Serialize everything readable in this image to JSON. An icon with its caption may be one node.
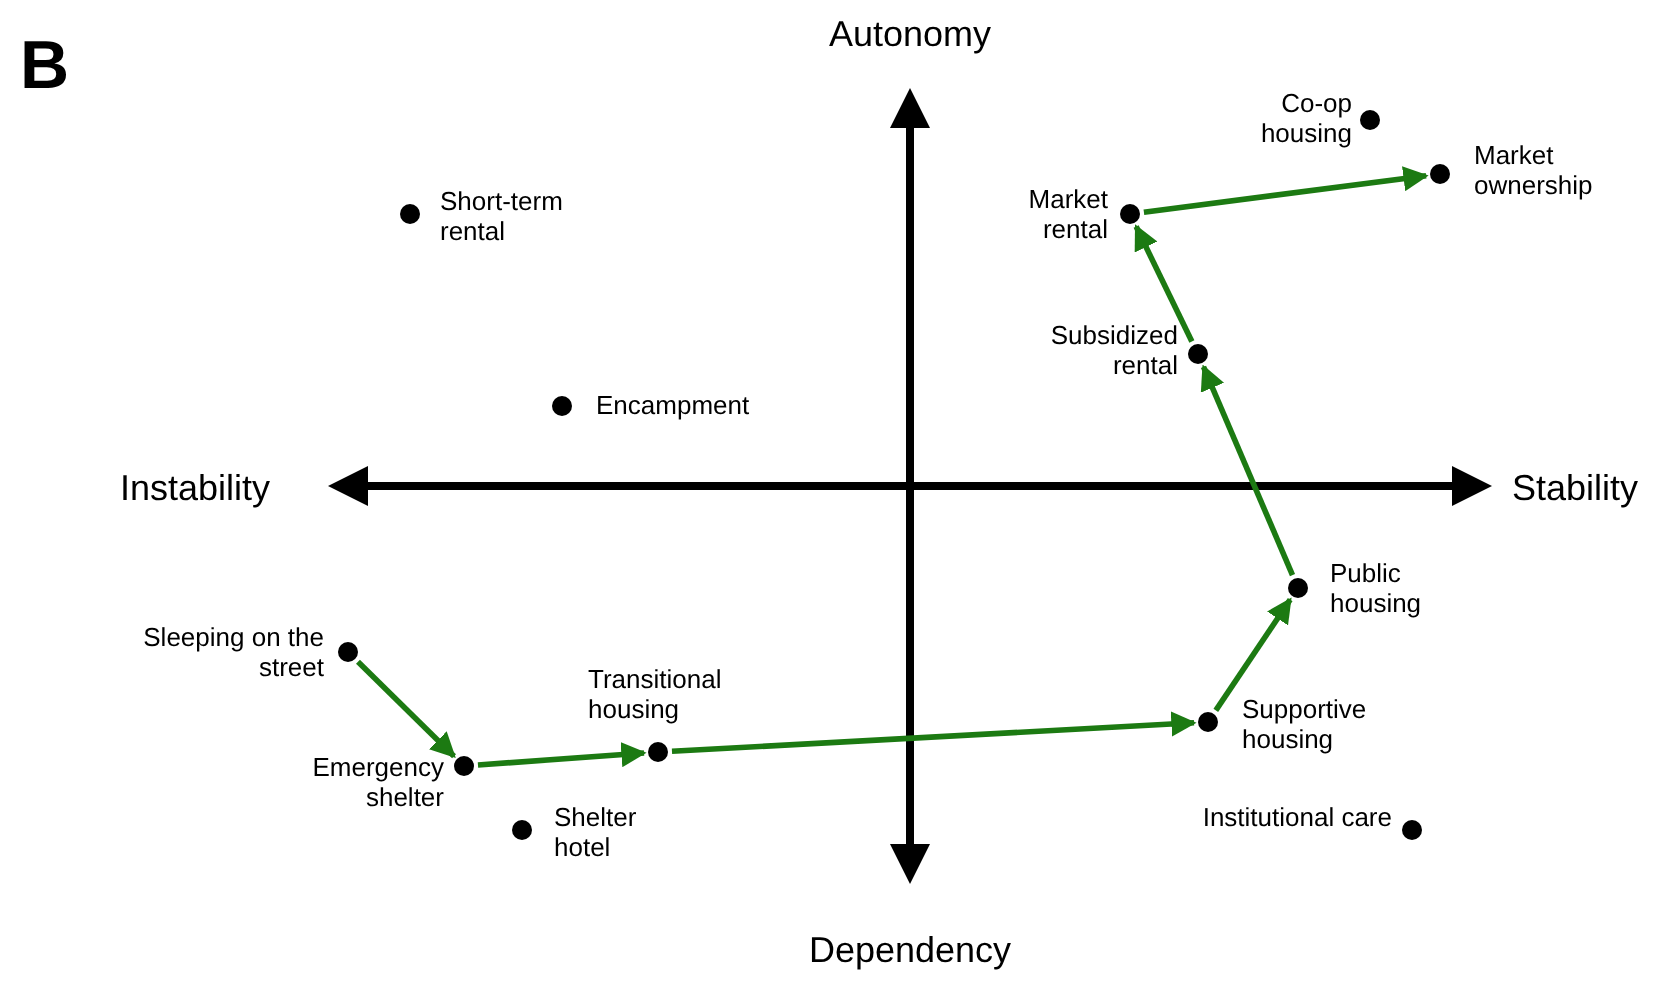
{
  "diagram": {
    "nodes": [
      {
        "text": [],
        "shape": "circle",
        "beside": [
          "Short-term rental"
        ]
      },
      {
        "text": [],
        "shape": "circle",
        "beside": [
          "Encampment"
        ]
      },
      {
        "text": [],
        "shape": "circle",
        "beside": [
          "Sleeping on the street"
        ]
      },
      {
        "text": [],
        "shape": "circle",
        "beside": [
          "Emergency shelter"
        ]
      },
      {
        "text": [],
        "shape": "circle",
        "beside": [
          "Shelter hotel"
        ]
      },
      {
        "text": [],
        "shape": "circle",
        "beside": [
          "Transitional housing"
        ]
      },
      {
        "text": [],
        "shape": "circle",
        "beside": [
          "Supportive housing"
        ]
      },
      {
        "text": [],
        "shape": "circle",
        "beside": [
          "Public housing"
        ]
      },
      {
        "text": [],
        "shape": "circle",
        "beside": [
          "Subsidized rental"
        ]
      },
      {
        "text": [],
        "shape": "circle",
        "beside": [
          "Market rental"
        ]
      },
      {
        "text": [],
        "shape": "circle",
        "beside": [
          "Co-op housing"
        ]
      },
      {
        "text": [],
        "shape": "circle",
        "beside": [
          "Market ownership"
        ]
      },
      {
        "text": [],
        "shape": "circle",
        "beside": [
          "Institutional care"
        ]
      }
    ],
    "edges": [
      {
        "from": 2,
        "to": 3,
        "arrow": "to"
      },
      {
        "from": 3,
        "to": 5,
        "arrow": "to"
      },
      {
        "from": 5,
        "to": 6,
        "arrow": "to"
      },
      {
        "from": 6,
        "to": 7,
        "arrow": "to"
      },
      {
        "from": 7,
        "to": 8,
        "arrow": "to"
      },
      {
        "from": 8,
        "to": 9,
        "arrow": "to"
      },
      {
        "from": 9,
        "to": 11,
        "arrow": "to"
      }
    ],
    "labels": [
      "B",
      "Autonomy",
      "Instability",
      "Stability",
      "Dependency"
    ]
  }
}
